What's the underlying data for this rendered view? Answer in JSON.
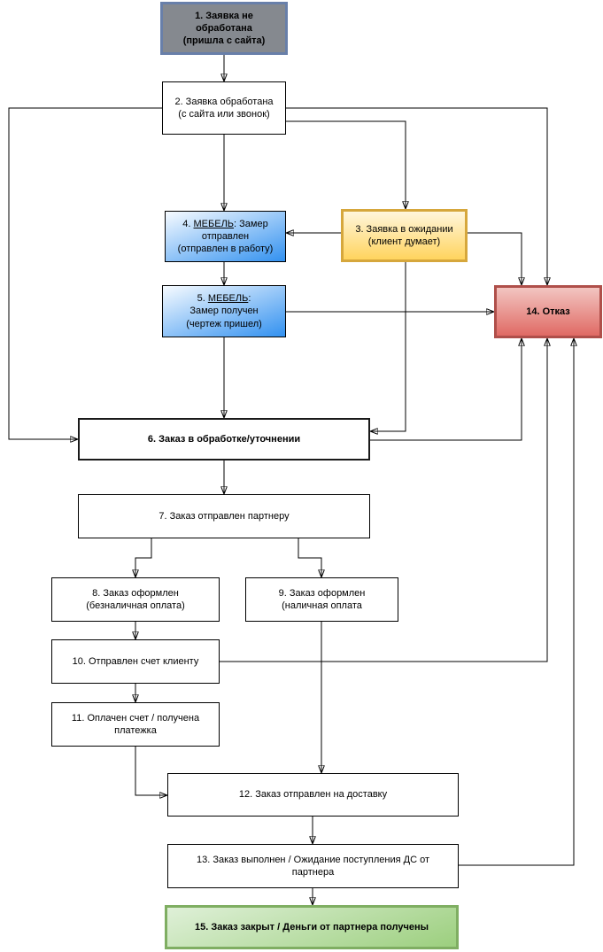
{
  "nodes": {
    "n1": {
      "label": "1. Заявка не\nобработана\n(пришла с сайта)"
    },
    "n2": {
      "label": "2. Заявка обработана\n(с сайта или звонок)"
    },
    "n3": {
      "label": "3. Заявка в ожидании\n(клиент думает)"
    },
    "n4": {
      "pre": "4. ",
      "u": "МЕБЕЛЬ",
      "post": ": Замер\nотправлен\n(отправлен в работу)"
    },
    "n5": {
      "pre": "5. ",
      "u": "МЕБЕЛЬ",
      "post": ":\nЗамер получен\n(чертеж пришел)"
    },
    "n6": {
      "label": "6. Заказ в обработке/уточнении"
    },
    "n7": {
      "label": "7. Заказ отправлен партнеру"
    },
    "n8": {
      "label": "8. Заказ оформлен\n(безналичная оплата)"
    },
    "n9": {
      "label": "9. Заказ оформлен\n(наличная оплата"
    },
    "n10": {
      "label": "10. Отправлен счет клиенту"
    },
    "n11": {
      "label": "11. Оплачен счет / получена\nплатежка"
    },
    "n12": {
      "label": "12. Заказ отправлен на доставку"
    },
    "n13": {
      "label": "13. Заказ выполнен / Ожидание поступления ДС от\nпартнера"
    },
    "n14": {
      "label": "14. Отказ"
    },
    "n15": {
      "label": "15. Заказ закрыт / Деньги от партнера получены"
    }
  },
  "edges": [
    {
      "from": 1,
      "to": 2
    },
    {
      "from": 2,
      "to": 4
    },
    {
      "from": 2,
      "to": 6
    },
    {
      "from": 2,
      "to": 14
    },
    {
      "from": 2,
      "to": 3
    },
    {
      "from": 3,
      "to": 4
    },
    {
      "from": 3,
      "to": 14
    },
    {
      "from": 3,
      "to": 6
    },
    {
      "from": 4,
      "to": 5
    },
    {
      "from": 5,
      "to": 14
    },
    {
      "from": 5,
      "to": 6
    },
    {
      "from": 6,
      "to": 7
    },
    {
      "from": 6,
      "to": 14
    },
    {
      "from": 7,
      "to": 8
    },
    {
      "from": 7,
      "to": 9
    },
    {
      "from": 8,
      "to": 10
    },
    {
      "from": 10,
      "to": 11
    },
    {
      "from": 10,
      "to": 14
    },
    {
      "from": 11,
      "to": 12
    },
    {
      "from": 9,
      "to": 12
    },
    {
      "from": 12,
      "to": 13
    },
    {
      "from": 13,
      "to": 15
    },
    {
      "from": 13,
      "to": 14
    }
  ],
  "colors": {
    "line": "#000000",
    "gray_fill": "#85898F",
    "gray_border": "#687FA9",
    "yellow_fill_top": "#FFF6DC",
    "yellow_fill_bottom": "#FFD45E",
    "yellow_border": "#D6A73C",
    "blue_fill_top": "#F7FBFF",
    "blue_fill_bottom": "#3291F0",
    "red_fill_top": "#F2C5C1",
    "red_fill_bottom": "#E06A64",
    "red_border": "#AF4F4A",
    "green_fill_top": "#DFF0D8",
    "green_fill_bottom": "#9CCF7E",
    "green_border": "#7FAE62"
  }
}
